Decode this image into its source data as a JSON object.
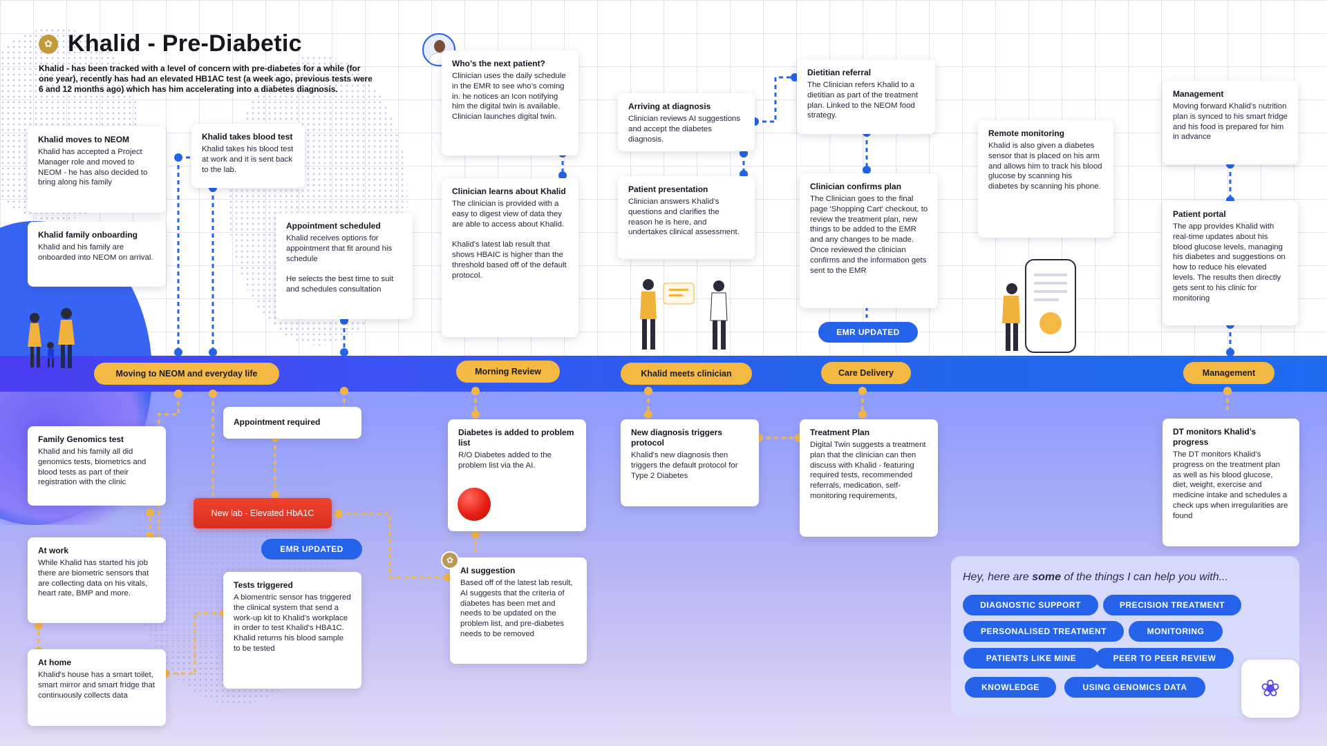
{
  "title": "Khalid - Pre-Diabetic",
  "intro": "Khalid - has been tracked with a level of concern with pre-diabetes for a while (for one year), recently has had an elevated HB1AC test (a week ago, previous tests were 6 and 12 months ago) which has him accelerating into a diabetes diagnosis.",
  "stages": {
    "s1": "Moving to NEOM and everyday life",
    "s2": "Morning Review",
    "s3": "Khalid meets clinician",
    "s4": "Care Delivery",
    "s5": "Management"
  },
  "cards": {
    "moves": {
      "title": "Khalid moves to NEOM",
      "body": "Khalid has accepted a Project Manager role and moved to NEOM - he has also decided to bring along his family"
    },
    "family": {
      "title": "Khalid family onboarding",
      "body": "Khalid and his family are onboarded into NEOM on arrival."
    },
    "blood": {
      "title": "Khalid takes blood test",
      "body": "Khalid takes his blood test at work and it is sent back to the lab."
    },
    "appt": {
      "title": "Appointment scheduled",
      "body": "Khalid receives options for appointment that fit around his schedule\n\nHe selects the best time to suit and schedules consultation"
    },
    "next": {
      "title": "Who’s the next patient?",
      "body": "Clinician uses the daily schedule in the EMR to see who’s coming in. he notices an Icon notifying him the digital twin is available.  Clinician launches digital twin."
    },
    "learns": {
      "title": "Clinician learns about Khalid",
      "body": "The clinician is provided with a easy to digest view of  data they are able to access about Khalid.\n\nKhalid’s latest lab result that shows HBAIC is higher than the threshold based off of the default protocol."
    },
    "arriving": {
      "title": "Arriving at diagnosis",
      "body": "Clinician reviews AI suggestions and accept the diabetes diagnosis."
    },
    "presentation": {
      "title": "Patient presentation",
      "body": "Clinician answers Khalid’s questions and clarifies the reason he is here, and undertakes clinical assessment."
    },
    "dietitian": {
      "title": "Dietitian referral",
      "body": "The Clinician refers Khalid to a dietitian as part of the treatment plan. Linked to the NEOM food strategy."
    },
    "confirms": {
      "title": "Clinician confirms plan",
      "body": "The Clinician goes to the final page 'Shopping Cart' checkout, to review the treatment plan, new things to be added to the EMR and any changes to be made. Once reviewed the clinician confirms and the information gets sent to the EMR"
    },
    "remote": {
      "title": "Remote monitoring",
      "body": "Khalid is also given a diabetes sensor that is placed on his arm and allows him to track his blood glucose by scanning his diabetes by scanning his phone."
    },
    "mgmt": {
      "title": "Management",
      "body": "Moving forward Khalid’s nutrition plan is synced to his smart fridge and his food is prepared for him in advance"
    },
    "portal": {
      "title": "Patient portal",
      "body": "The app provides Khalid with real-time updates about his blood glucose levels, managing his diabetes and suggestions on how to reduce his elevated levels. The results then directly gets sent to his clinic for monitoring"
    },
    "genomics": {
      "title": "Family Genomics test",
      "body": "Khalid and his family all did genomics tests, biometrics and blood tests as part of their registration with the clinic"
    },
    "work": {
      "title": "At work",
      "body": "While Khalid has started his job there are biometric sensors that are collecting data on his vitals, heart rate, BMP and more."
    },
    "home": {
      "title": "At home",
      "body": "Khalid's house has a smart toilet, smart mirror and smart fridge that continuously collects data"
    },
    "apptreq": {
      "title": "Appointment required",
      "body": ""
    },
    "tests": {
      "title": "Tests triggered",
      "body": "A biomentric sensor has triggered the clinical system that send a  work-up kit to Khalid’s workplace in order to test Khalid's HBA1C. Khalid returns his blood sample to be tested"
    },
    "problem": {
      "title": "Diabetes is added to problem list",
      "body": "R/O Diabetes added to the problem list via the AI."
    },
    "ai": {
      "title": "AI suggestion",
      "body": "Based off of the latest lab result, AI suggests that the criteria of diabetes has been met and needs to be updated on the problem list, and pre-diabetes needs to be removed"
    },
    "newdiag": {
      "title": "New diagnosis triggers protocol",
      "body": "Khalid's new diagnosis then triggers the default protocol for Type 2 Diabetes"
    },
    "plan": {
      "title": "Treatment Plan",
      "body": "Digital Twin  suggests a treatment plan that the clinician can then discuss with Khalid - featuring required tests, recommended referrals, medication, self-monitoring requirements,"
    },
    "dtmon": {
      "title": "DT monitors Khalid’s progress",
      "body": "The DT monitors Khalid’s progress on the treatment plan as well as his blood glucose, diet, weight, exercise and medicine intake and schedules a check ups when irregularities are found"
    }
  },
  "badges": {
    "newlab": "New lab - Elevated HbA1C",
    "emr_lower": "EMR UPDATED",
    "emr_upper": "EMR UPDATED"
  },
  "help": {
    "prefix": "Hey, here are ",
    "emph": "some",
    "suffix": " of the things I can help you with...",
    "chips": [
      "DIAGNOSTIC SUPPORT",
      "PRECISION TREATMENT",
      "PERSONALISED TREATMENT",
      "MONITORING",
      "PATIENTS LIKE MINE",
      "PEER TO PEER REVIEW",
      "KNOWLEDGE",
      "USING GENOMICS DATA"
    ]
  },
  "colors": {
    "accent_blue": "#2563eb",
    "stage_yellow": "#f4b942",
    "alert_red": "#e3352a",
    "connector_orange": "#f1b64a"
  },
  "icons": [
    "logo-badge-icon",
    "clinician-avatar-icon",
    "lotus-icon",
    "ai-badge-icon"
  ]
}
